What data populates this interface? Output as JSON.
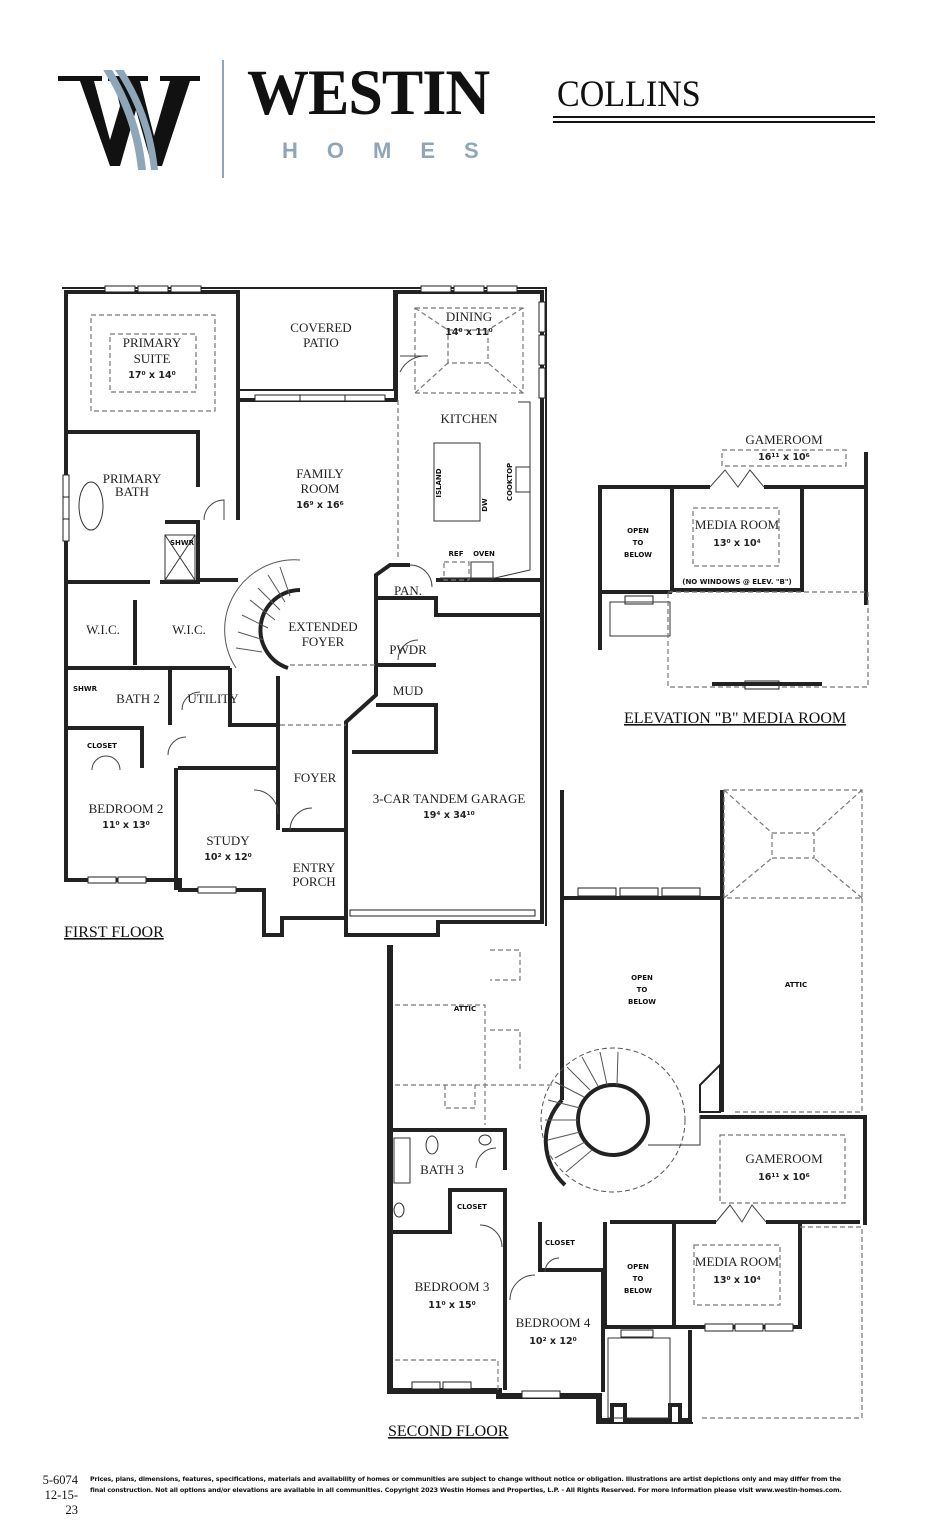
{
  "header": {
    "brand_name": "WESTIN",
    "brand_sub": "HOMES",
    "plan_name": "COLLINS",
    "colors": {
      "brand_dark": "#111111",
      "brand_accent": "#8ea6b8"
    }
  },
  "first_floor": {
    "title": "FIRST FLOOR",
    "rooms": [
      {
        "name": "PRIMARY",
        "name2": "SUITE",
        "dims": "17⁰ x 14⁰"
      },
      {
        "name": "COVERED",
        "name2": "PATIO"
      },
      {
        "name": "DINING",
        "dims": "14⁰ x 11⁰"
      },
      {
        "name": "KITCHEN"
      },
      {
        "name": "PRIMARY",
        "name2": "BATH"
      },
      {
        "name": "FAMILY",
        "name2": "ROOM",
        "dims": "16⁹ x 16⁶"
      },
      {
        "name": "EXTENDED",
        "name2": "FOYER"
      },
      {
        "name": "W.I.C."
      },
      {
        "name": "W.I.C."
      },
      {
        "name": "PAN."
      },
      {
        "name": "PWDR"
      },
      {
        "name": "MUD"
      },
      {
        "name": "BATH 2"
      },
      {
        "name": "UTILITY"
      },
      {
        "name": "FOYER"
      },
      {
        "name": "BEDROOM 2",
        "dims": "11⁰ x 13⁰"
      },
      {
        "name": "STUDY",
        "dims": "10² x 12⁰"
      },
      {
        "name": "ENTRY",
        "name2": "PORCH"
      },
      {
        "name": "3-CAR TANDEM GARAGE",
        "dims": "19⁴ x 34¹⁰"
      }
    ],
    "fixtures": {
      "island": "ISLAND",
      "dw": "DW",
      "cooktop": "COOKTOP",
      "ref": "REF",
      "oven": "OVEN",
      "shwr_primary": "SHWR",
      "shwr_bath2": "SHWR",
      "closet_bed2": "CLOSET"
    }
  },
  "elevation_b": {
    "title": "ELEVATION \"B\" MEDIA ROOM",
    "gameroom": {
      "name": "GAMEROOM",
      "dims": "16¹¹ x 10⁶"
    },
    "media_room": {
      "name": "MEDIA ROOM",
      "dims": "13⁰ x 10⁴"
    },
    "open_to_below": [
      "OPEN",
      "TO",
      "BELOW"
    ],
    "note": "(NO WINDOWS @ ELEV. \"B\")"
  },
  "second_floor": {
    "title": "SECOND FLOOR",
    "attic_left": "ATTIC",
    "attic_right": "ATTIC",
    "open_to_below_top": [
      "OPEN",
      "TO",
      "BELOW"
    ],
    "open_to_below_bottom": [
      "OPEN",
      "TO",
      "BELOW"
    ],
    "bath3": "BATH 3",
    "closet_a": "CLOSET",
    "closet_b": "CLOSET",
    "gameroom": {
      "name": "GAMEROOM",
      "dims": "16¹¹ x 10⁶"
    },
    "media_room": {
      "name": "MEDIA ROOM",
      "dims": "13⁰ x 10⁴"
    },
    "bedroom3": {
      "name": "BEDROOM 3",
      "dims": "11⁰ x 15⁰"
    },
    "bedroom4": {
      "name": "BEDROOM 4",
      "dims": "10² x 12⁰"
    }
  },
  "footer": {
    "plan_code": "5-6074",
    "date": "12-15-23",
    "legal_line1": "Prices, plans, dimensions, features, specifications, materials and availability of homes or communities are subject to change without notice or obligation.  Illustrations are artist depictions only and may differ from the",
    "legal_line2": "final construction.  Not all options and/or elevations are available in all communities.  Copyright 2023 Westin Homes and Properties, L.P. - All Rights Reserved.  For more information please visit www.westin-homes.com."
  }
}
